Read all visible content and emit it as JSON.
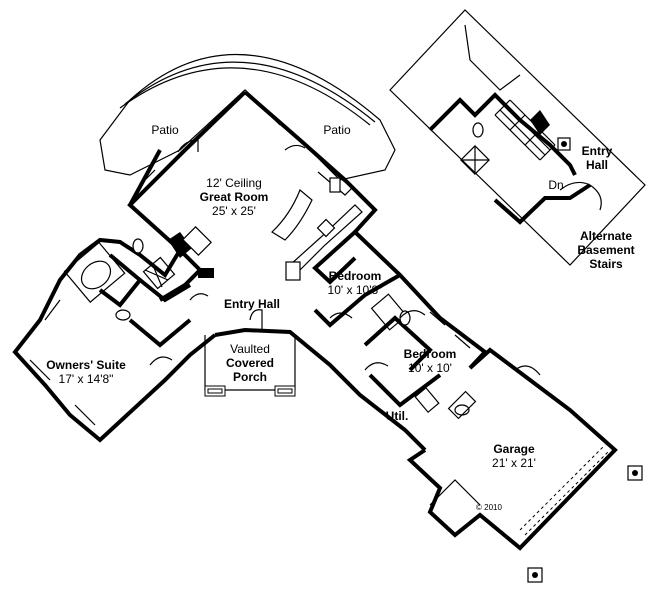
{
  "rooms": {
    "patio_left": "Patio",
    "patio_right": "Patio",
    "great_room_ceiling": "12' Ceiling",
    "great_room_name": "Great Room",
    "great_room_size": "25' x 25'",
    "bedroom1_name": "Bedroom",
    "bedroom1_size": "10' x 10'8\"",
    "bedroom2_name": "Bedroom",
    "bedroom2_size": "10' x 10'",
    "entry_hall": "Entry Hall",
    "porch_line1": "Vaulted",
    "porch_line2": "Covered",
    "porch_line3": "Porch",
    "owners_suite_name": "Owners' Suite",
    "owners_suite_size": "17' x 14'8\"",
    "util": "Util.",
    "garage_name": "Garage",
    "garage_size": "21' x 21'",
    "copyright": "© 2010"
  },
  "inset": {
    "entry_line1": "Entry",
    "entry_line2": "Hall",
    "down": "Dn",
    "caption_line1": "Alternate",
    "caption_line2": "Basement",
    "caption_line3": "Stairs"
  }
}
